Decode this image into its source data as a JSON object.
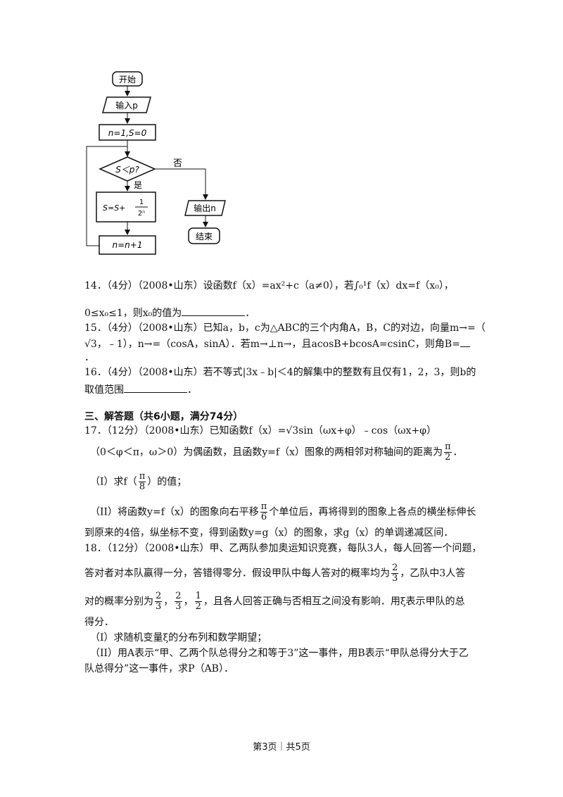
{
  "flowchart": {
    "start": "开始",
    "input": "输入p",
    "init": "n=1,S=0",
    "decision": "S＜p?",
    "yes": "是",
    "no": "否",
    "process_prefix": "S=S+",
    "process_frac_num": "1",
    "process_frac_den": "2ⁿ",
    "increment": "n=n+1",
    "output": "输出n",
    "end": "结束"
  },
  "q14": {
    "line1": "14．（4分）（2008•山东）设函数f（x）=ax²+c（a≠0），若∫₀¹f（x）dx=f（x₀），",
    "line2": "0≤x₀≤1，则x₀的值为",
    "line2_end": "．"
  },
  "q15": {
    "line1": "15．（4分）（2008•山东）已知a，b，c为△ABC的三个内角A，B，C的对边，向量m→=（",
    "line2": "√3，﹣1），n→=（cosA，sinA）．若m→⊥n→，且acosB+bcosA=csinC，则角B=",
    "line3": "．"
  },
  "q16": {
    "line1": "16．（4分）（2008•山东）若不等式|3x﹣b|＜4的解集中的整数有且仅有1，2，3，则b的",
    "line2": "取值范围",
    "line2_end": "．"
  },
  "section3": "三、解答题（共6小题，满分74分）",
  "q17": {
    "line1": "17．（12分）（2008•山东）已知函数f（x）=√3sin（ωx+φ）﹣cos（ωx+φ）",
    "line2": "（0＜φ＜π，ω＞0）为偶函数，且函数y=f（x）图象的两相邻对称轴间的距离为",
    "line2_frac_num": "π",
    "line2_frac_den": "2",
    "line2_end": "．",
    "part1_pre": "（I）求f（",
    "part1_frac_num": "π",
    "part1_frac_den": "8",
    "part1_post": "）的值；",
    "part2_pre": "（II）将函数y=f（x）的图象向右平移",
    "part2_frac_num": "π",
    "part2_frac_den": "6",
    "part2_post": "个单位后，再将得到的图象上各点的横坐标伸长",
    "part2_line2": "到原来的4倍，纵坐标不变，得到函数y=g（x）的图象，求g（x）的单调递减区间．"
  },
  "q18": {
    "line1": "18．（12分）（2008•山东）甲、乙两队参加奥运知识竞赛，每队3人，每人回答一个问题，",
    "line2_pre": "答对者对本队赢得一分，答错得零分．假设甲队中每人答对的概率均为",
    "line2_frac_num": "2",
    "line2_frac_den": "3",
    "line2_post": "，乙队中3人答",
    "line3_pre": "对的概率分别为",
    "f1n": "2",
    "f1d": "3",
    "sep1": "，",
    "f2n": "2",
    "f2d": "3",
    "sep2": "，",
    "f3n": "1",
    "f3d": "2",
    "line3_post": "，且各人回答正确与否相互之间没有影响．用ξ表示甲队的总",
    "line4": "得分．",
    "part1": "（I）求随机变量ξ的分布列和数学期望；",
    "part2_line1": "（II）用A表示“甲、乙两个队总得分之和等于3”这一事件，用B表示“甲队总得分大于乙",
    "part2_line2": "队总得分”这一事件，求P（AB）．"
  },
  "footer": "第3页｜共5页"
}
